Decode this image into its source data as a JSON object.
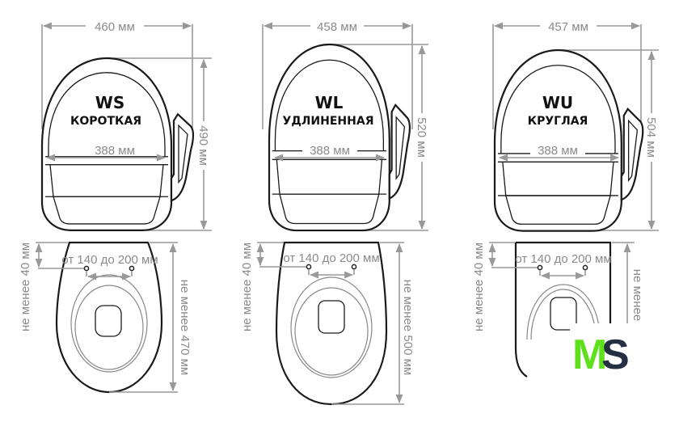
{
  "seats": [
    {
      "code": "WS",
      "type": "КОРОТКАЯ",
      "width": "460 мм",
      "length": "490 мм",
      "inner_width": "388 мм",
      "min_offset": "не менее 40 мм",
      "holes": "от 140 до 200 мм",
      "min_length": "не менее 470 мм"
    },
    {
      "code": "WL",
      "type": "УДЛИНЕННАЯ",
      "width": "458 мм",
      "length": "520 мм",
      "inner_width": "388 мм",
      "min_offset": "не менее 40 мм",
      "holes": "от 140 до 200 мм",
      "min_length": "не менее 500 мм"
    },
    {
      "code": "WU",
      "type": "КРУГЛАЯ",
      "width": "457 мм",
      "length": "504 мм",
      "inner_width": "388 мм",
      "min_offset": "не менее 40 мм",
      "holes": "от 140 до 200 мм",
      "min_length": "не менее"
    }
  ],
  "logo": {
    "text_m": "M",
    "text_s": "S",
    "color_m": "#5ee01c",
    "color_s": "#243042"
  }
}
